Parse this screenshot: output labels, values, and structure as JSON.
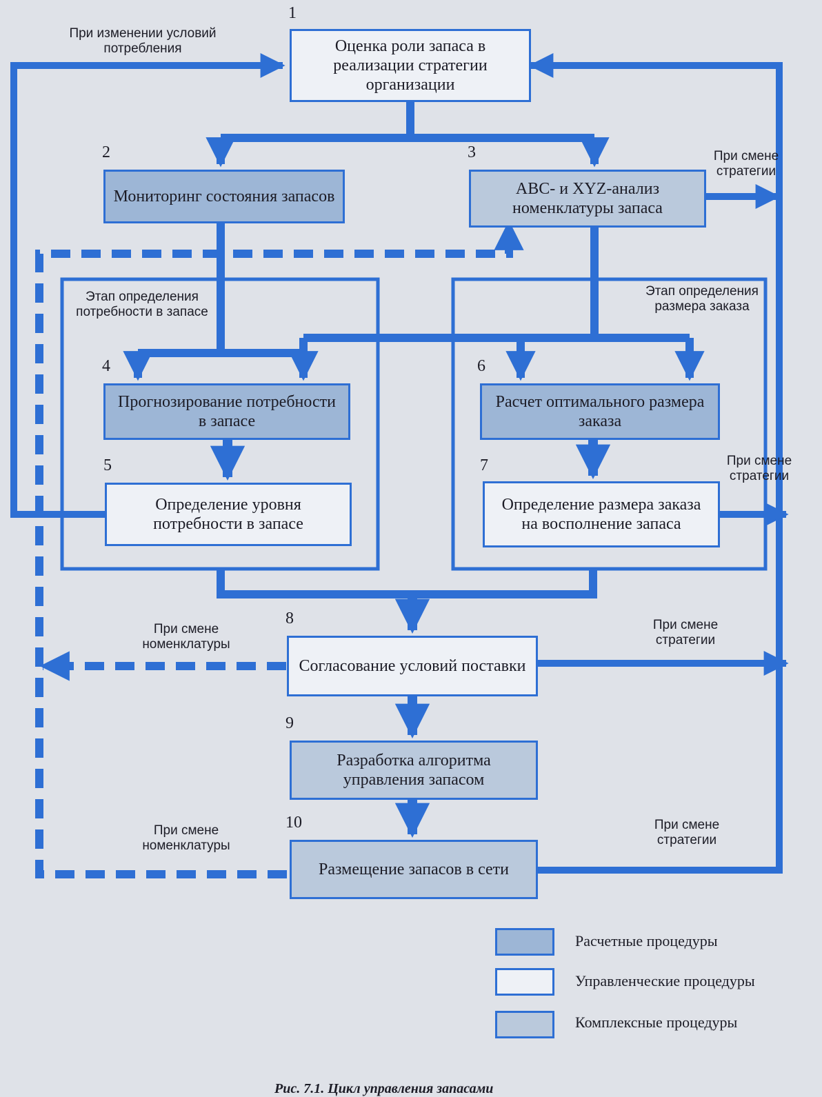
{
  "nodes": {
    "n1": {
      "num": "1",
      "label": "Оценка роли запаса в реализации стратегии организации",
      "kind": "mgmt"
    },
    "n2": {
      "num": "2",
      "label": "Мониторинг состояния запасов",
      "kind": "calc"
    },
    "n3": {
      "num": "3",
      "label": "ABC- и XYZ-анализ номенклатуры запаса",
      "kind": "complex"
    },
    "n4": {
      "num": "4",
      "label": "Прогнозирование потребности в запасе",
      "kind": "calc"
    },
    "n5": {
      "num": "5",
      "label": "Определение уровня потребности в запасе",
      "kind": "mgmt"
    },
    "n6": {
      "num": "6",
      "label": "Расчет оптимального размера заказа",
      "kind": "calc"
    },
    "n7": {
      "num": "7",
      "label": "Определение размера заказа на восполнение запаса",
      "kind": "mgmt"
    },
    "n8": {
      "num": "8",
      "label": "Согласование условий поставки",
      "kind": "mgmt"
    },
    "n9": {
      "num": "9",
      "label": "Разработка алгоритма управления запасом",
      "kind": "complex"
    },
    "n10": {
      "num": "10",
      "label": "Размещение запасов в сети",
      "kind": "complex"
    }
  },
  "labels": {
    "consumption_change": "При изменении условий потребления",
    "strategy_change_1": "При смене стратегии",
    "strategy_change_2": "При смене стратегии",
    "strategy_change_3": "При смене стратегии",
    "strategy_change_4": "При смене стратегии",
    "nomenclature_change_1": "При смене номенклатуры",
    "nomenclature_change_2": "При смене номенклатуры",
    "stage_demand": "Этап определения потребности в запасе",
    "stage_order": "Этап определения размера заказа"
  },
  "legend": [
    {
      "label": "Расчетные процедуры",
      "kind": "calc"
    },
    {
      "label": "Управленческие процедуры",
      "kind": "mgmt"
    },
    {
      "label": "Комплексные процедуры",
      "kind": "complex"
    }
  ],
  "caption": "Рис. 7.1. Цикл управления запасами",
  "colors": {
    "line": "#2e6fd4",
    "calc": "#9db6d6",
    "mgmt": "#eef1f6",
    "complex": "#bac9dc"
  }
}
